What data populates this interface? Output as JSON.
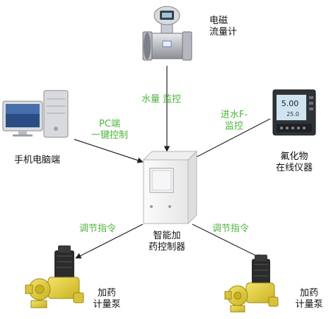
{
  "nodes": {
    "flowmeter": {
      "title_line1": "电磁",
      "title_line2": "流量计"
    },
    "pc": {
      "title": "手机电脑端"
    },
    "analyzer": {
      "title_line1": "氟化物",
      "title_line2": "在线仪器",
      "screen_line1": "5.00",
      "screen_line2": "25.0"
    },
    "controller": {
      "title_line1": "智能加",
      "title_line2": "药控制器"
    },
    "pump_left": {
      "title_line1": "加药",
      "title_line2": "计量泵"
    },
    "pump_right": {
      "title_line1": "加药",
      "title_line2": "计量泵"
    }
  },
  "edges": {
    "flowmeter_to_controller": {
      "label": "水量 监控"
    },
    "pc_to_controller": {
      "label_line1": "PC端",
      "label_line2": "一键控制"
    },
    "analyzer_to_controller": {
      "label_line1": "进水F-",
      "label_line2": "监控"
    },
    "controller_to_left_pump": {
      "label": "调节指令"
    },
    "controller_to_right_pump": {
      "label": "调节指令"
    }
  },
  "colors": {
    "label_green": "#4bb53a",
    "pump_yellow": "#e8d23a",
    "motor_dark": "#2b2b2b",
    "cabinet": "#f6f6f6",
    "arrow": "#222222"
  }
}
